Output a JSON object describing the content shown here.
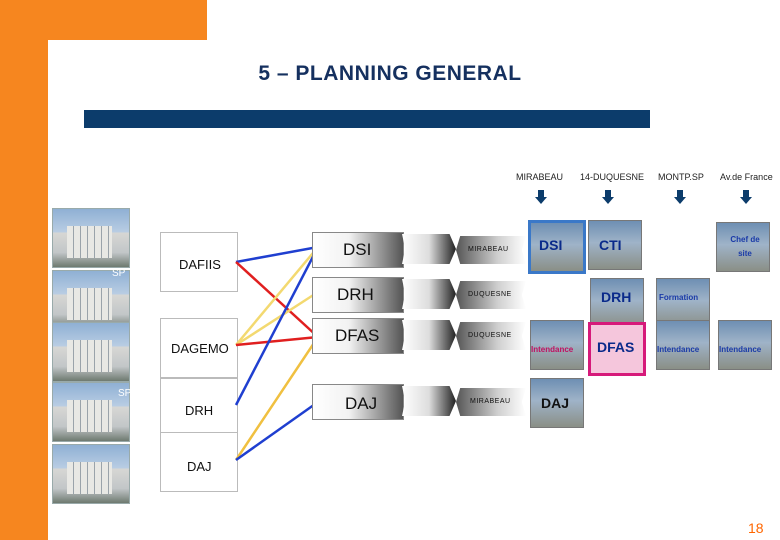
{
  "slide": {
    "title": "5 – PLANNING GENERAL",
    "page_number": "18",
    "colors": {
      "orange": "#f6861f",
      "navy": "#0c3c6b",
      "title": "#15305f"
    }
  },
  "sites": [
    {
      "label": "MIRABEAU"
    },
    {
      "label": "14-DUQUESNE"
    },
    {
      "label": "MONTP.SP"
    },
    {
      "label": "Av.de France"
    }
  ],
  "left_boxes": [
    {
      "label": "DAFIIS"
    },
    {
      "label": "DAGEMO"
    },
    {
      "label": "DRH"
    },
    {
      "label": "DAJ"
    }
  ],
  "sp_labels": [
    "SP",
    "SP"
  ],
  "middle_boxes": [
    {
      "label": "DSI"
    },
    {
      "label": "DRH"
    },
    {
      "label": "DFAS"
    },
    {
      "label": "DAJ"
    }
  ],
  "destinations": [
    {
      "label": "MIRABEAU"
    },
    {
      "label": "DUQUESNE"
    },
    {
      "label": "DUQUESNE"
    },
    {
      "label": "MIRABEAU"
    }
  ],
  "tiles": {
    "dsi": "DSI",
    "cti": "CTI",
    "chef_site": "Chef de site",
    "drh": "DRH",
    "formation": "Formation",
    "intendance_1": "Intendance",
    "dfas": "DFAS",
    "intendance_2": "Intendance",
    "intendance_3": "Intendance",
    "daj": "DAJ"
  },
  "connector_colors": [
    "#1f3fd0",
    "#e01f1f",
    "#f0c040",
    "#f3d970"
  ]
}
